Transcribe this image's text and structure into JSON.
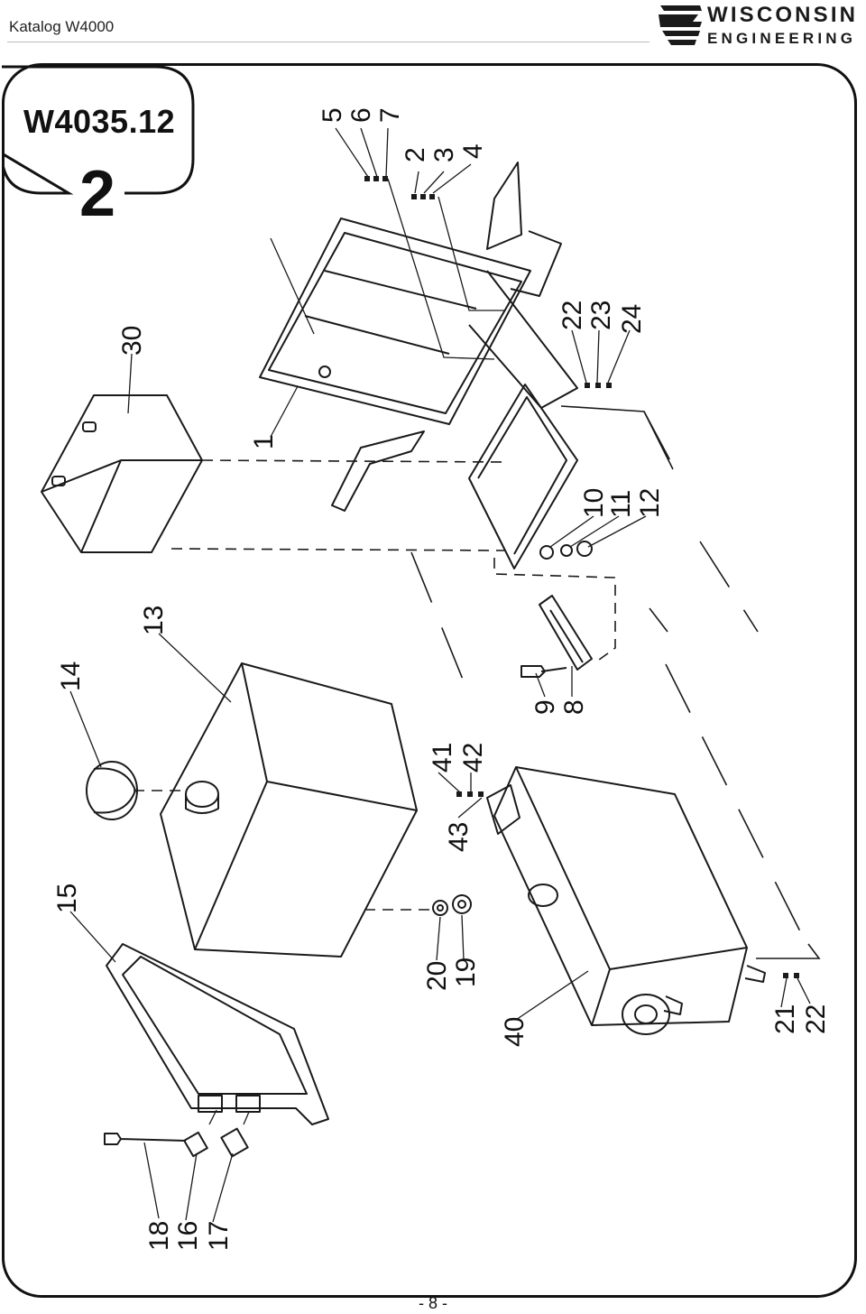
{
  "header": {
    "title": "Katalog W4000"
  },
  "brand": {
    "line1": "WISCONSIN",
    "line2": "ENGINEERING"
  },
  "section": {
    "code": "W4035.12",
    "number": "2"
  },
  "callouts": [
    {
      "id": "c5",
      "text": "5"
    },
    {
      "id": "c6",
      "text": "6"
    },
    {
      "id": "c7",
      "text": "7"
    },
    {
      "id": "c2",
      "text": "2"
    },
    {
      "id": "c3",
      "text": "3"
    },
    {
      "id": "c4",
      "text": "4"
    },
    {
      "id": "c30",
      "text": "30"
    },
    {
      "id": "c1",
      "text": "1"
    },
    {
      "id": "c22a",
      "text": "22"
    },
    {
      "id": "c23",
      "text": "23"
    },
    {
      "id": "c24",
      "text": "24"
    },
    {
      "id": "c10",
      "text": "10"
    },
    {
      "id": "c11",
      "text": "11"
    },
    {
      "id": "c12",
      "text": "12"
    },
    {
      "id": "c14",
      "text": "14"
    },
    {
      "id": "c13",
      "text": "13"
    },
    {
      "id": "c9",
      "text": "9"
    },
    {
      "id": "c8",
      "text": "8"
    },
    {
      "id": "c41",
      "text": "41"
    },
    {
      "id": "c42",
      "text": "42"
    },
    {
      "id": "c43",
      "text": "43"
    },
    {
      "id": "c15",
      "text": "15"
    },
    {
      "id": "c20",
      "text": "20"
    },
    {
      "id": "c19",
      "text": "19"
    },
    {
      "id": "c40",
      "text": "40"
    },
    {
      "id": "c21",
      "text": "21"
    },
    {
      "id": "c22b",
      "text": "22"
    },
    {
      "id": "c18",
      "text": "18"
    },
    {
      "id": "c16",
      "text": "16"
    },
    {
      "id": "c17",
      "text": "17"
    }
  ],
  "footer": {
    "page": "- 8 -"
  }
}
